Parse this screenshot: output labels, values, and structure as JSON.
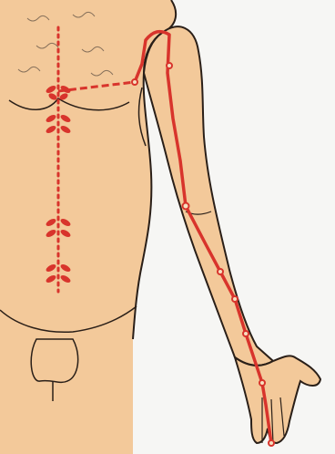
{
  "colors": {
    "background": "#f6f6f4",
    "skin": "#f3c99a",
    "skin_shadow": "#e2b383",
    "outline": "#2a1f18",
    "meridian": "#d8342c",
    "hair": "#6b5a4b"
  },
  "figure": {
    "parts": [
      "torso",
      "right-arm",
      "hand",
      "groin"
    ],
    "meridian_lines": [
      "arm-meridian",
      "chest-center-line",
      "clavicle-branch"
    ]
  }
}
